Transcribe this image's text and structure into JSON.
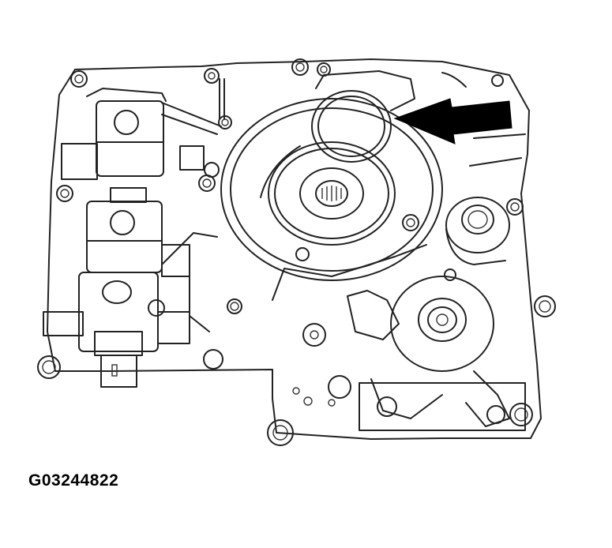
{
  "figure": {
    "type": "technical-illustration",
    "subject": "valve body assembly (line drawing)",
    "caption_id": "G03244822",
    "callout": {
      "kind": "arrow",
      "direction": "left",
      "color": "#000000",
      "points_to": "ring / seal at upper center of pump housing"
    },
    "colors": {
      "background": "#ffffff",
      "line": "#222222",
      "arrow": "#000000"
    }
  }
}
